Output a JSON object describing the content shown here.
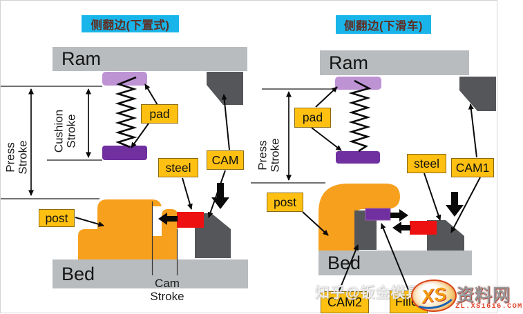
{
  "colors": {
    "title_bg": "#19b5ea",
    "title_text": "#5e2f24",
    "bar_gray": "#b9bcbe",
    "label_yellow": "#ffc012",
    "post_orange": "#f7a01d",
    "pad_light_purple": "#be93d4",
    "pad_dark_purple": "#7030a0",
    "steel_red": "#ee1111",
    "cam_dark_gray": "#55565a"
  },
  "left": {
    "title": "侧翻边(下置式)",
    "ram": "Ram",
    "bed": "Bed",
    "pad": "pad",
    "steel": "steel",
    "cam": "CAM",
    "post": "post",
    "press_stroke": [
      "Press",
      "Stroke"
    ],
    "cushion_stroke": [
      "Cushion",
      "Stroke"
    ],
    "cam_stroke": [
      "Cam",
      "Stroke"
    ]
  },
  "right": {
    "title": "侧翻边(下滑车)",
    "ram": "Ram",
    "bed": "Bed",
    "pad": "pad",
    "steel": "steel",
    "cam1": "CAM1",
    "cam2": "CAM2",
    "post": "post",
    "filler": "Filler",
    "press_stroke": [
      "Press",
      "Stroke"
    ]
  },
  "watermarks": {
    "zhihu": "知乎@钣金模具",
    "logo_monogram": "XS",
    "site_name": "资料网",
    "site_url": "ZL.XS1616.COM"
  }
}
